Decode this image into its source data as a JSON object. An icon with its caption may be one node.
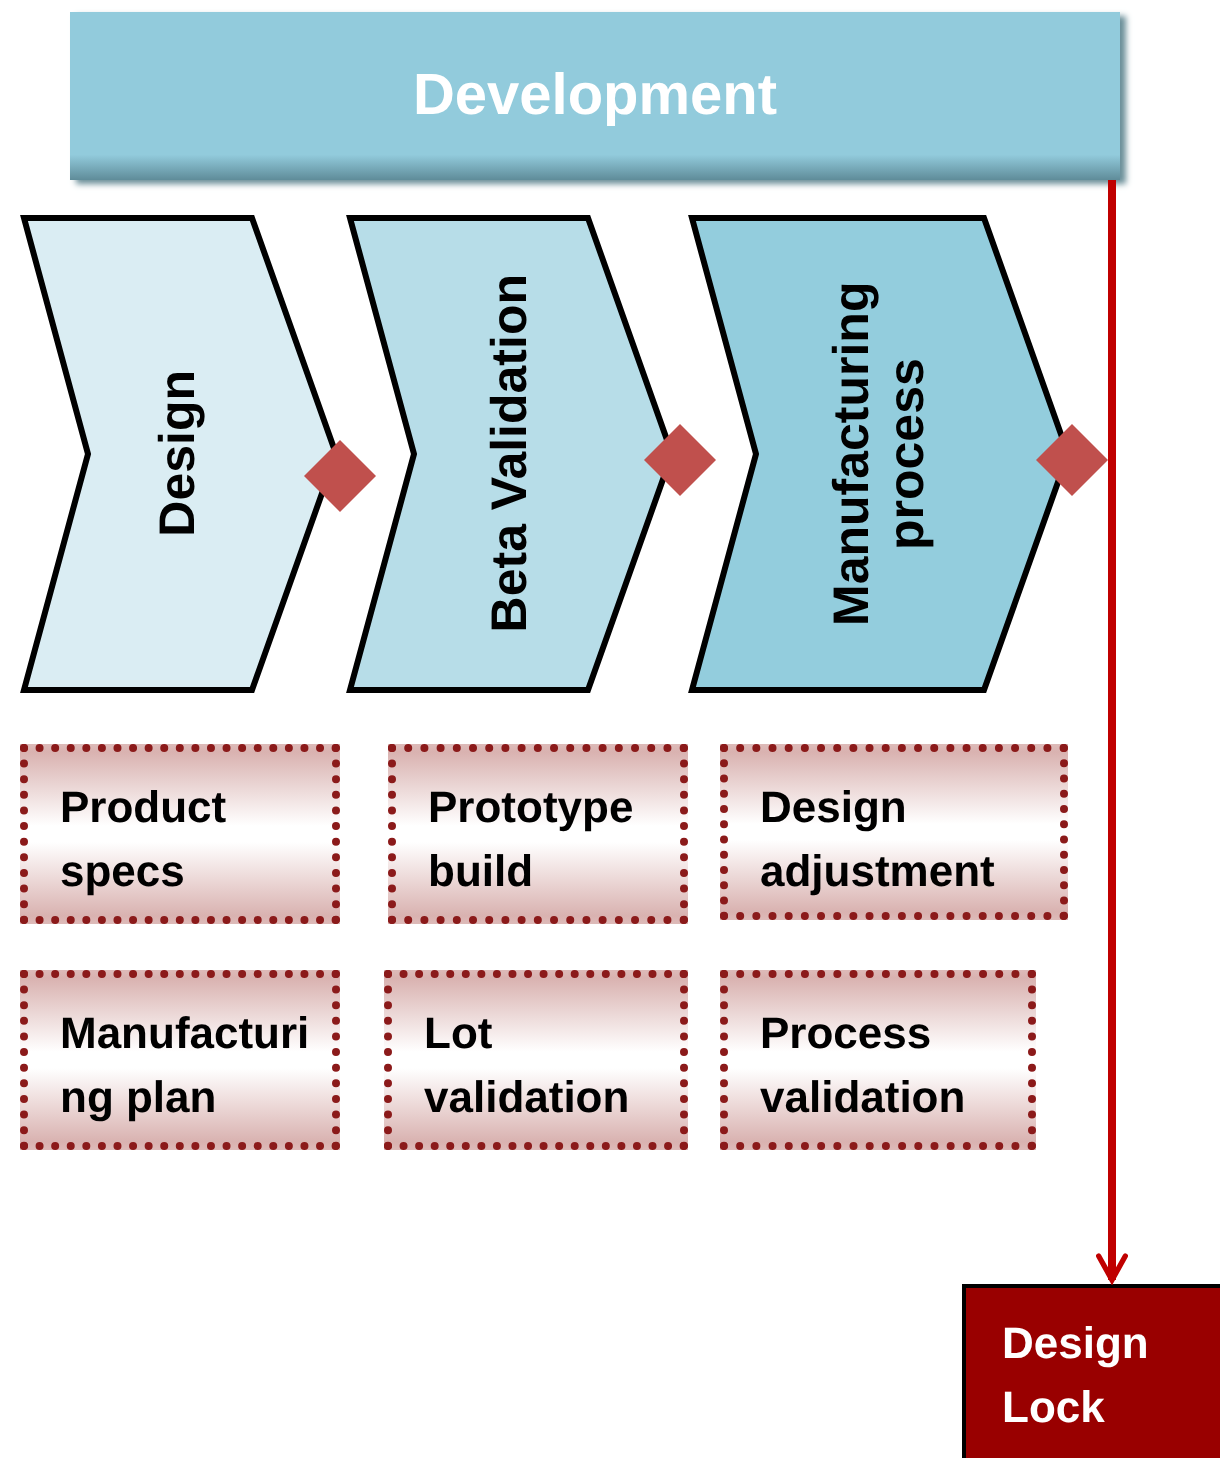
{
  "diagram": {
    "nodes": [
      {
        "text": [
          "Development"
        ]
      },
      {
        "text": [
          "Design"
        ]
      },
      {
        "text": [
          "Beta Validation"
        ]
      },
      {
        "text": [
          "Manufacturing process"
        ]
      },
      {
        "text": [],
        "shape": "diamond"
      },
      {
        "text": [],
        "shape": "diamond"
      },
      {
        "text": [],
        "shape": "diamond"
      },
      {
        "text": [
          "Product specs"
        ]
      },
      {
        "text": [
          "Prototype build"
        ]
      },
      {
        "text": [
          "Design adjustment"
        ]
      },
      {
        "text": [
          "Manufacturing plan"
        ]
      },
      {
        "text": [
          "Lot validation"
        ]
      },
      {
        "text": [
          "Process validation"
        ]
      },
      {
        "text": [
          "Design Lock"
        ]
      }
    ],
    "edges": [
      {
        "from": 0,
        "to": 13,
        "arrow": "to",
        "color": "#c00000"
      }
    ]
  }
}
